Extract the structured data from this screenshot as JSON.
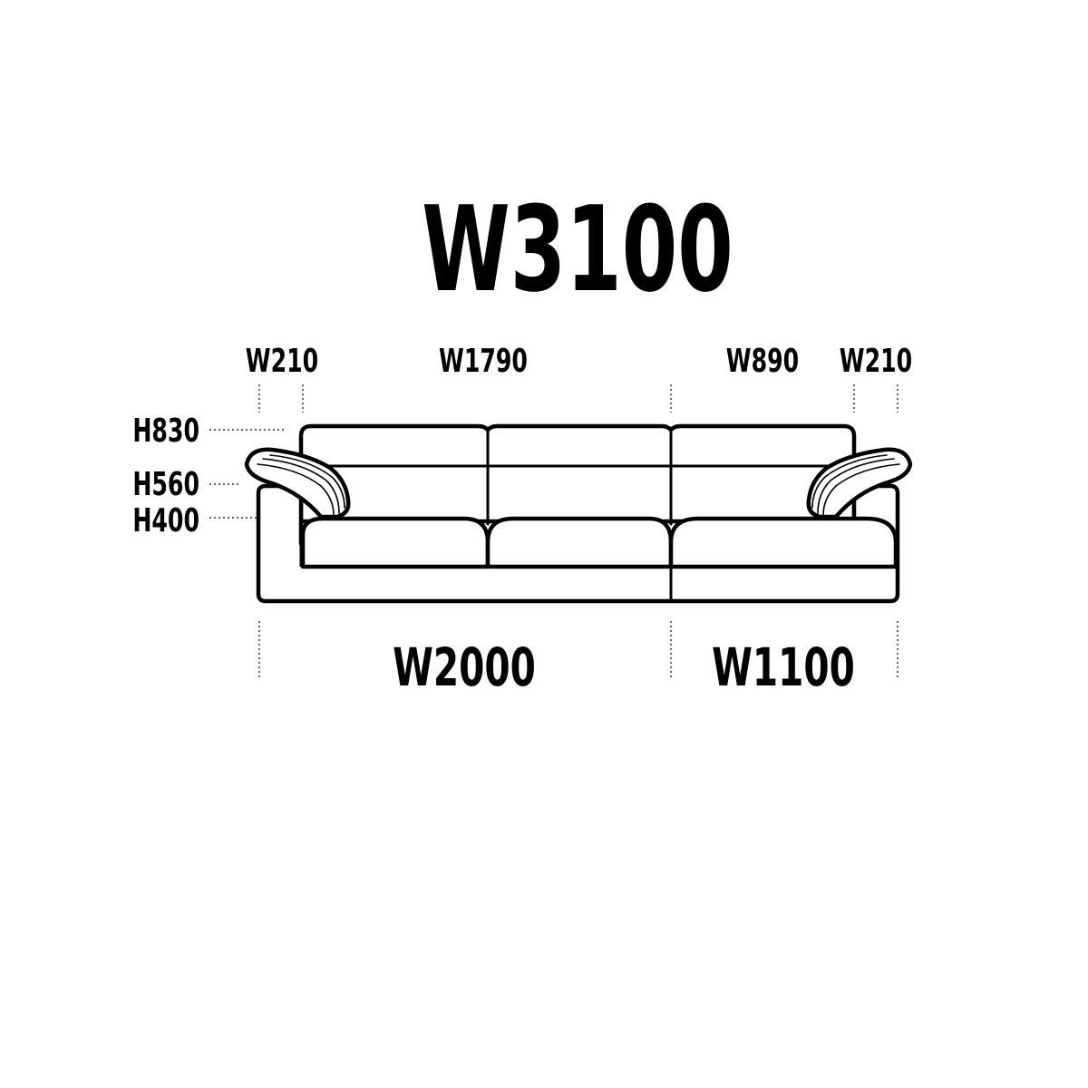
{
  "diagram": {
    "total_width": "W3100",
    "top_labels": {
      "left_arm": "W210",
      "main_seat": "W1790",
      "chaise_seat": "W890",
      "right_arm": "W210"
    },
    "bottom_labels": {
      "left_module": "W2000",
      "right_module": "W1100"
    },
    "height_labels": {
      "back_height": "H830",
      "arm_height": "H560",
      "seat_height": "H400"
    }
  }
}
